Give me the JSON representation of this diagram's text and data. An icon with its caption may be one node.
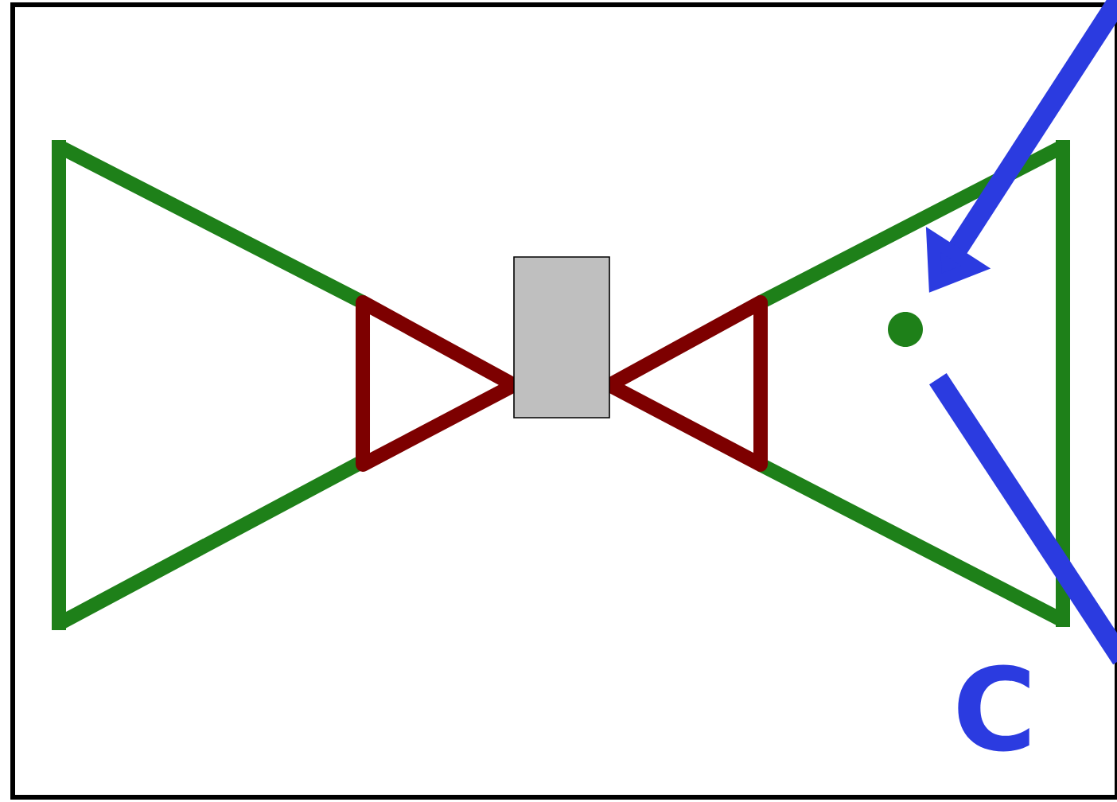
{
  "diagram": {
    "nodes": [
      {
        "text": [],
        "shape": "box"
      },
      {
        "text": [],
        "shape": "circle"
      }
    ],
    "edges": [
      {
        "from": null,
        "to": 1,
        "arrow": "to"
      },
      {
        "from": 1,
        "to": null,
        "arrow": "none"
      }
    ],
    "labels": [
      "C"
    ]
  }
}
